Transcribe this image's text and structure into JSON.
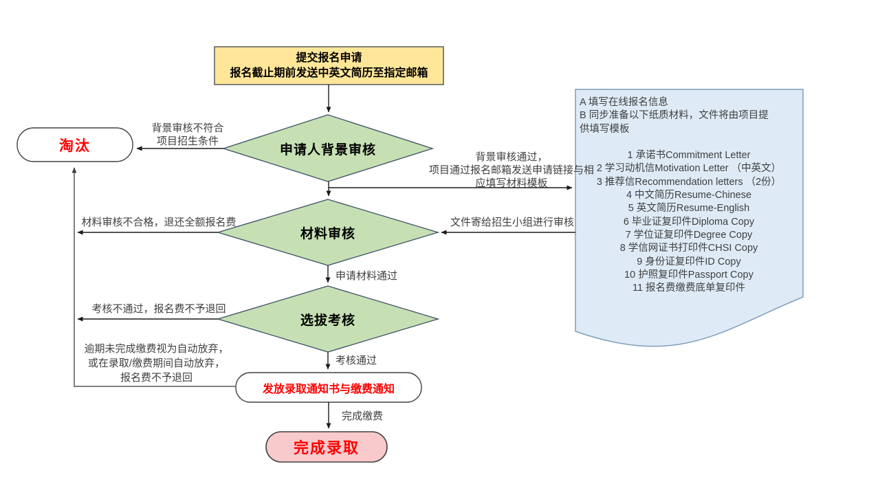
{
  "diagram": {
    "title_hint": "admission application flowchart",
    "colors": {
      "start_fill": "#FFE699",
      "decision_fill": "#C6E0B4",
      "document_fill": "#DEEBF7",
      "final_fill": "#F8CACB",
      "highlight_text": "#FF0000",
      "connector": "#1A1A1A",
      "abandon_connector": "#808080"
    },
    "nodes": {
      "start": {
        "line1": "提交报名申请",
        "line2": "报名截止期前发送中英文简历至指定邮箱"
      },
      "background_review": {
        "label": "申请人背景审核"
      },
      "eliminated": {
        "label": "淘汰"
      },
      "material_review": {
        "label": "材料审核"
      },
      "selection_exam": {
        "label": "选拔考核"
      },
      "admission_notice": {
        "label": "发放录取通知书与缴费通知"
      },
      "admission_complete": {
        "label": "完成录取"
      },
      "document": {
        "lines": [
          "A 填写在线报名信息",
          "B 同步准备以下纸质材料，文件将由项目提",
          "供填写模板",
          "",
          "1 承诺书Commitment Letter",
          "2 学习动机信Motivation Letter （中英文）",
          "3 推荐信Recommendation letters （2份）",
          "4 中文简历Resume-Chinese",
          "5 英文简历Resume-English",
          "6 毕业证复印件Diploma Copy",
          "7 学位证复印件Degree Copy",
          "8 学信网证书打印件CHSI Copy",
          "9 身份证复印件ID Copy",
          "10 护照复印件Passport Copy",
          "11 报名费缴费底单复印件"
        ]
      }
    },
    "edge_labels": {
      "bg_fail": [
        "背景审核不符合",
        "项目招生条件"
      ],
      "bg_pass": [
        "背景审核通过，",
        "项目通过报名邮箱发送申请链接与相",
        "应填写材料模板"
      ],
      "mail_to_group": "文件寄给招生小组进行审核",
      "material_fail": "材料审核不合格，退还全额报名费",
      "material_pass": "申请材料通过",
      "exam_fail": "考核不通过，报名费不予退回",
      "exam_pass": "考核通过",
      "abandon": [
        "逾期未完成缴费视为自动放弃，",
        "或在录取/缴费期间自动放弃，",
        "报名费不予退回"
      ],
      "payment_done": "完成缴费"
    }
  }
}
